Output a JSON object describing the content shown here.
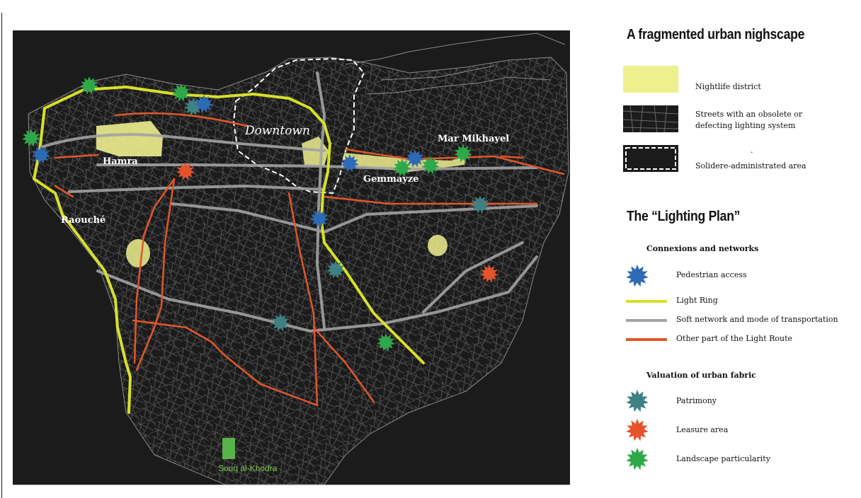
{
  "map": {
    "labels": {
      "hamra": "Hamra",
      "downtown": "Downtown",
      "mar_mikhayel": "Mar Mikhayel",
      "gemmayze": "Gemmayze",
      "raouche": "Raouché",
      "souq": "Souq al-Khodra"
    }
  },
  "legend": {
    "title": "A fragmented urban nighscape",
    "nightlife": "Nightlife district",
    "streets_line1": "Streets with an obsolete or",
    "streets_line2": "defecting lighting system",
    "solidere_dot": ".",
    "solidere": "Solidere-administrated area",
    "plan_title": "The “Lighting Plan”",
    "connexions": "Connexions and networks",
    "pedestrian": "Pedestrian access",
    "light_ring": "Light Ring",
    "soft_network": "Soft network and mode of transportation",
    "light_route": "Other part of the Light Route",
    "valuation": "Valuation of urban fabric",
    "patrimony": "Patrimony",
    "leasure": "Leasure area",
    "landscape": "Landscape particularity"
  },
  "colors": {
    "nightlife": "#eef08e",
    "light_ring": "#d7e02a",
    "soft_network": "#a3a3a3",
    "light_route": "#e2562a",
    "pedestrian": "#2e6bb5",
    "patrimony": "#3f8183",
    "leasure": "#e5532a",
    "landscape": "#2fa84a",
    "map_bg": "#1c1b1b"
  }
}
